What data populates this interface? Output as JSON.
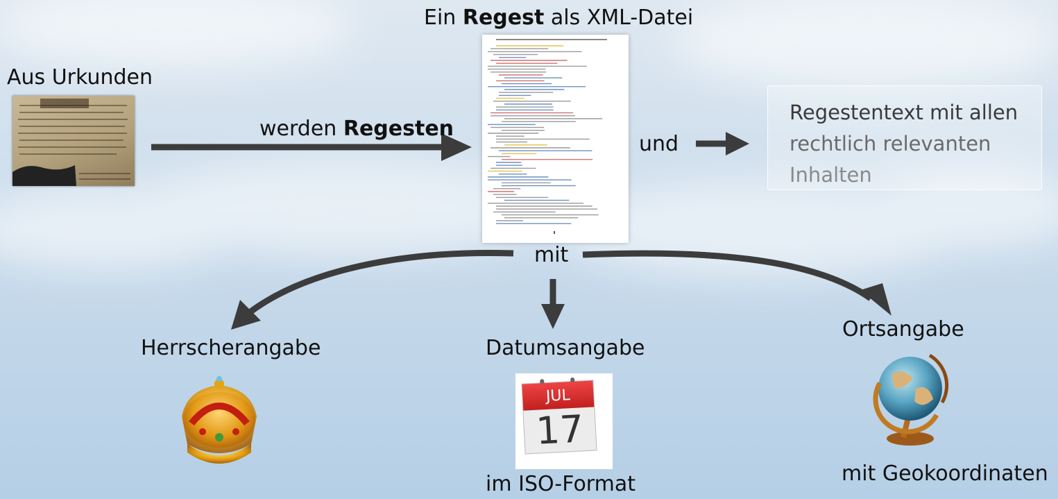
{
  "slide": {
    "title_pre": "Ein ",
    "title_bold": "Regest",
    "title_post": " als XML-Datei",
    "source_label": "Aus Urkunden",
    "arrow_label_pre": "werden ",
    "arrow_label_bold": "Regesten",
    "und_label": "und",
    "mit_label": "mit",
    "regest_box": [
      "Regestentext mit allen",
      "rechtlich relevanten",
      "Inhalten"
    ],
    "ruler_label": "Herrscherangabe",
    "date_label": "Datumsangabe",
    "date_format_label": "im ISO-Format",
    "place_label": "Ortsangabe",
    "place_coords_label": "mit  Geokoordinaten"
  },
  "calendar": {
    "month": "JUL",
    "day": "17"
  },
  "icons": {
    "ruler": "crown-icon",
    "date": "calendar-icon",
    "place": "globe-icon",
    "document": "xml-document-thumbnail",
    "source": "charter-image"
  },
  "colors": {
    "regest_box_lines": [
      "#3a3a3a",
      "#6a6a6a",
      "#8a8a8a"
    ],
    "arrow": "#3c3c3c"
  }
}
